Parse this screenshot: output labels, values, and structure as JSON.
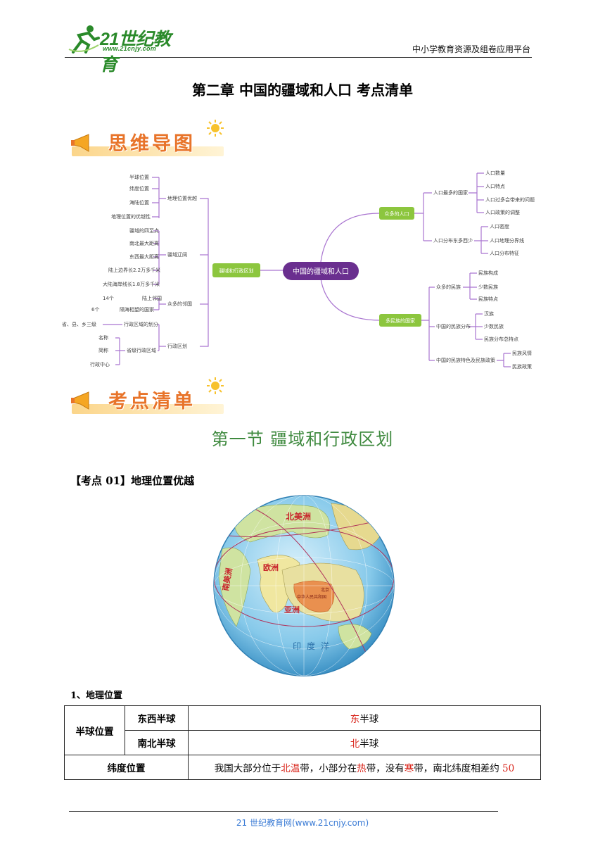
{
  "header": {
    "logo_text": "21世纪教育",
    "logo_url": "www.21cnjy.com",
    "platform": "中小学教育资源及组卷应用平台"
  },
  "doc_title": "第二章  中国的疆域和人口  考点清单",
  "banners": {
    "mindmap": "思维导图",
    "checklist": "考点清单"
  },
  "mindmap": {
    "center": "中国的疆域和人口",
    "left_main": "疆域和行政区划",
    "left_branches": [
      {
        "label": "地理位置优越",
        "items": [
          "半球位置",
          "纬度位置",
          "海陆位置",
          "地理位置的优越性"
        ]
      },
      {
        "label": "疆域辽阔",
        "items": [
          "疆域的四至点",
          "南北最大距离",
          "东西最大距离",
          "陆上边界长2.2万多千米",
          "大陆海岸线长1.8万多千米"
        ]
      },
      {
        "label": "众多的邻国",
        "items": [
          "陆上邻国",
          "隔海相望的国家"
        ],
        "counts": [
          "14个",
          "6个"
        ]
      },
      {
        "label": "行政区划",
        "items": [
          "行政区域的划分",
          "省级行政区域"
        ],
        "pre": "省、县、乡三级",
        "sub_items": [
          "名称",
          "简称",
          "行政中心"
        ]
      }
    ],
    "right_branches": [
      {
        "label": "众多的人口",
        "children": [
          {
            "label": "人口最多的国家",
            "items": [
              "人口数量",
              "人口特点",
              "人口过多会带来的问题",
              "人口政策的调整"
            ]
          },
          {
            "label": "人口分布东多西少",
            "items": [
              "人口密度",
              "人口地理分界线",
              "人口分布特征"
            ]
          }
        ]
      },
      {
        "label": "多民族的国家",
        "children": [
          {
            "label": "众多的民族",
            "items": [
              "民族构成",
              "少数民族",
              "民族特点"
            ]
          },
          {
            "label": "中国的民族分布",
            "items": [
              "汉族",
              "少数民族",
              "民族分布总特点"
            ]
          },
          {
            "label": "中国的民族特色及民族政策",
            "items": [
              "民族风情",
              "民族政策"
            ]
          }
        ]
      }
    ]
  },
  "section_title": "第一节    疆域和行政区划",
  "point_head": "【考点 01】地理位置优越",
  "globe_labels": {
    "north_america": "北美洲",
    "south_america": "南美洲",
    "europe": "欧洲",
    "asia": "亚洲",
    "china": "中华人民共和国",
    "indian_ocean": "印度洋",
    "north": "北京"
  },
  "sub_head": "1、地理位置",
  "table": {
    "hemisphere_label": "半球位置",
    "ew_label": "东西半球",
    "ew_prefix": "",
    "ew_red": "东",
    "ew_suffix": "半球",
    "ns_label": "南北半球",
    "ns_red": "北",
    "ns_suffix": "半球",
    "lat_label": "纬度位置",
    "lat_seg1": "我国大部分位于",
    "lat_red1": "北温",
    "lat_seg2": "带，小部分在",
    "lat_red2": "热",
    "lat_seg3": "带，没有",
    "lat_red3": "寒",
    "lat_seg4": "带，南北纬度相差约 ",
    "lat_red4": "50"
  },
  "footer": "21 世纪教育网(www.21cnjy.com)",
  "colors": {
    "brand_green": "#2a8a2a",
    "banner_orange": "#e8742a",
    "section_green": "#3f8a3f",
    "mindmap_purple": "#a974d0",
    "mindmap_node_green": "#8cc63e",
    "center_node": "#6a2f8f",
    "answer_red": "#d9261c"
  }
}
